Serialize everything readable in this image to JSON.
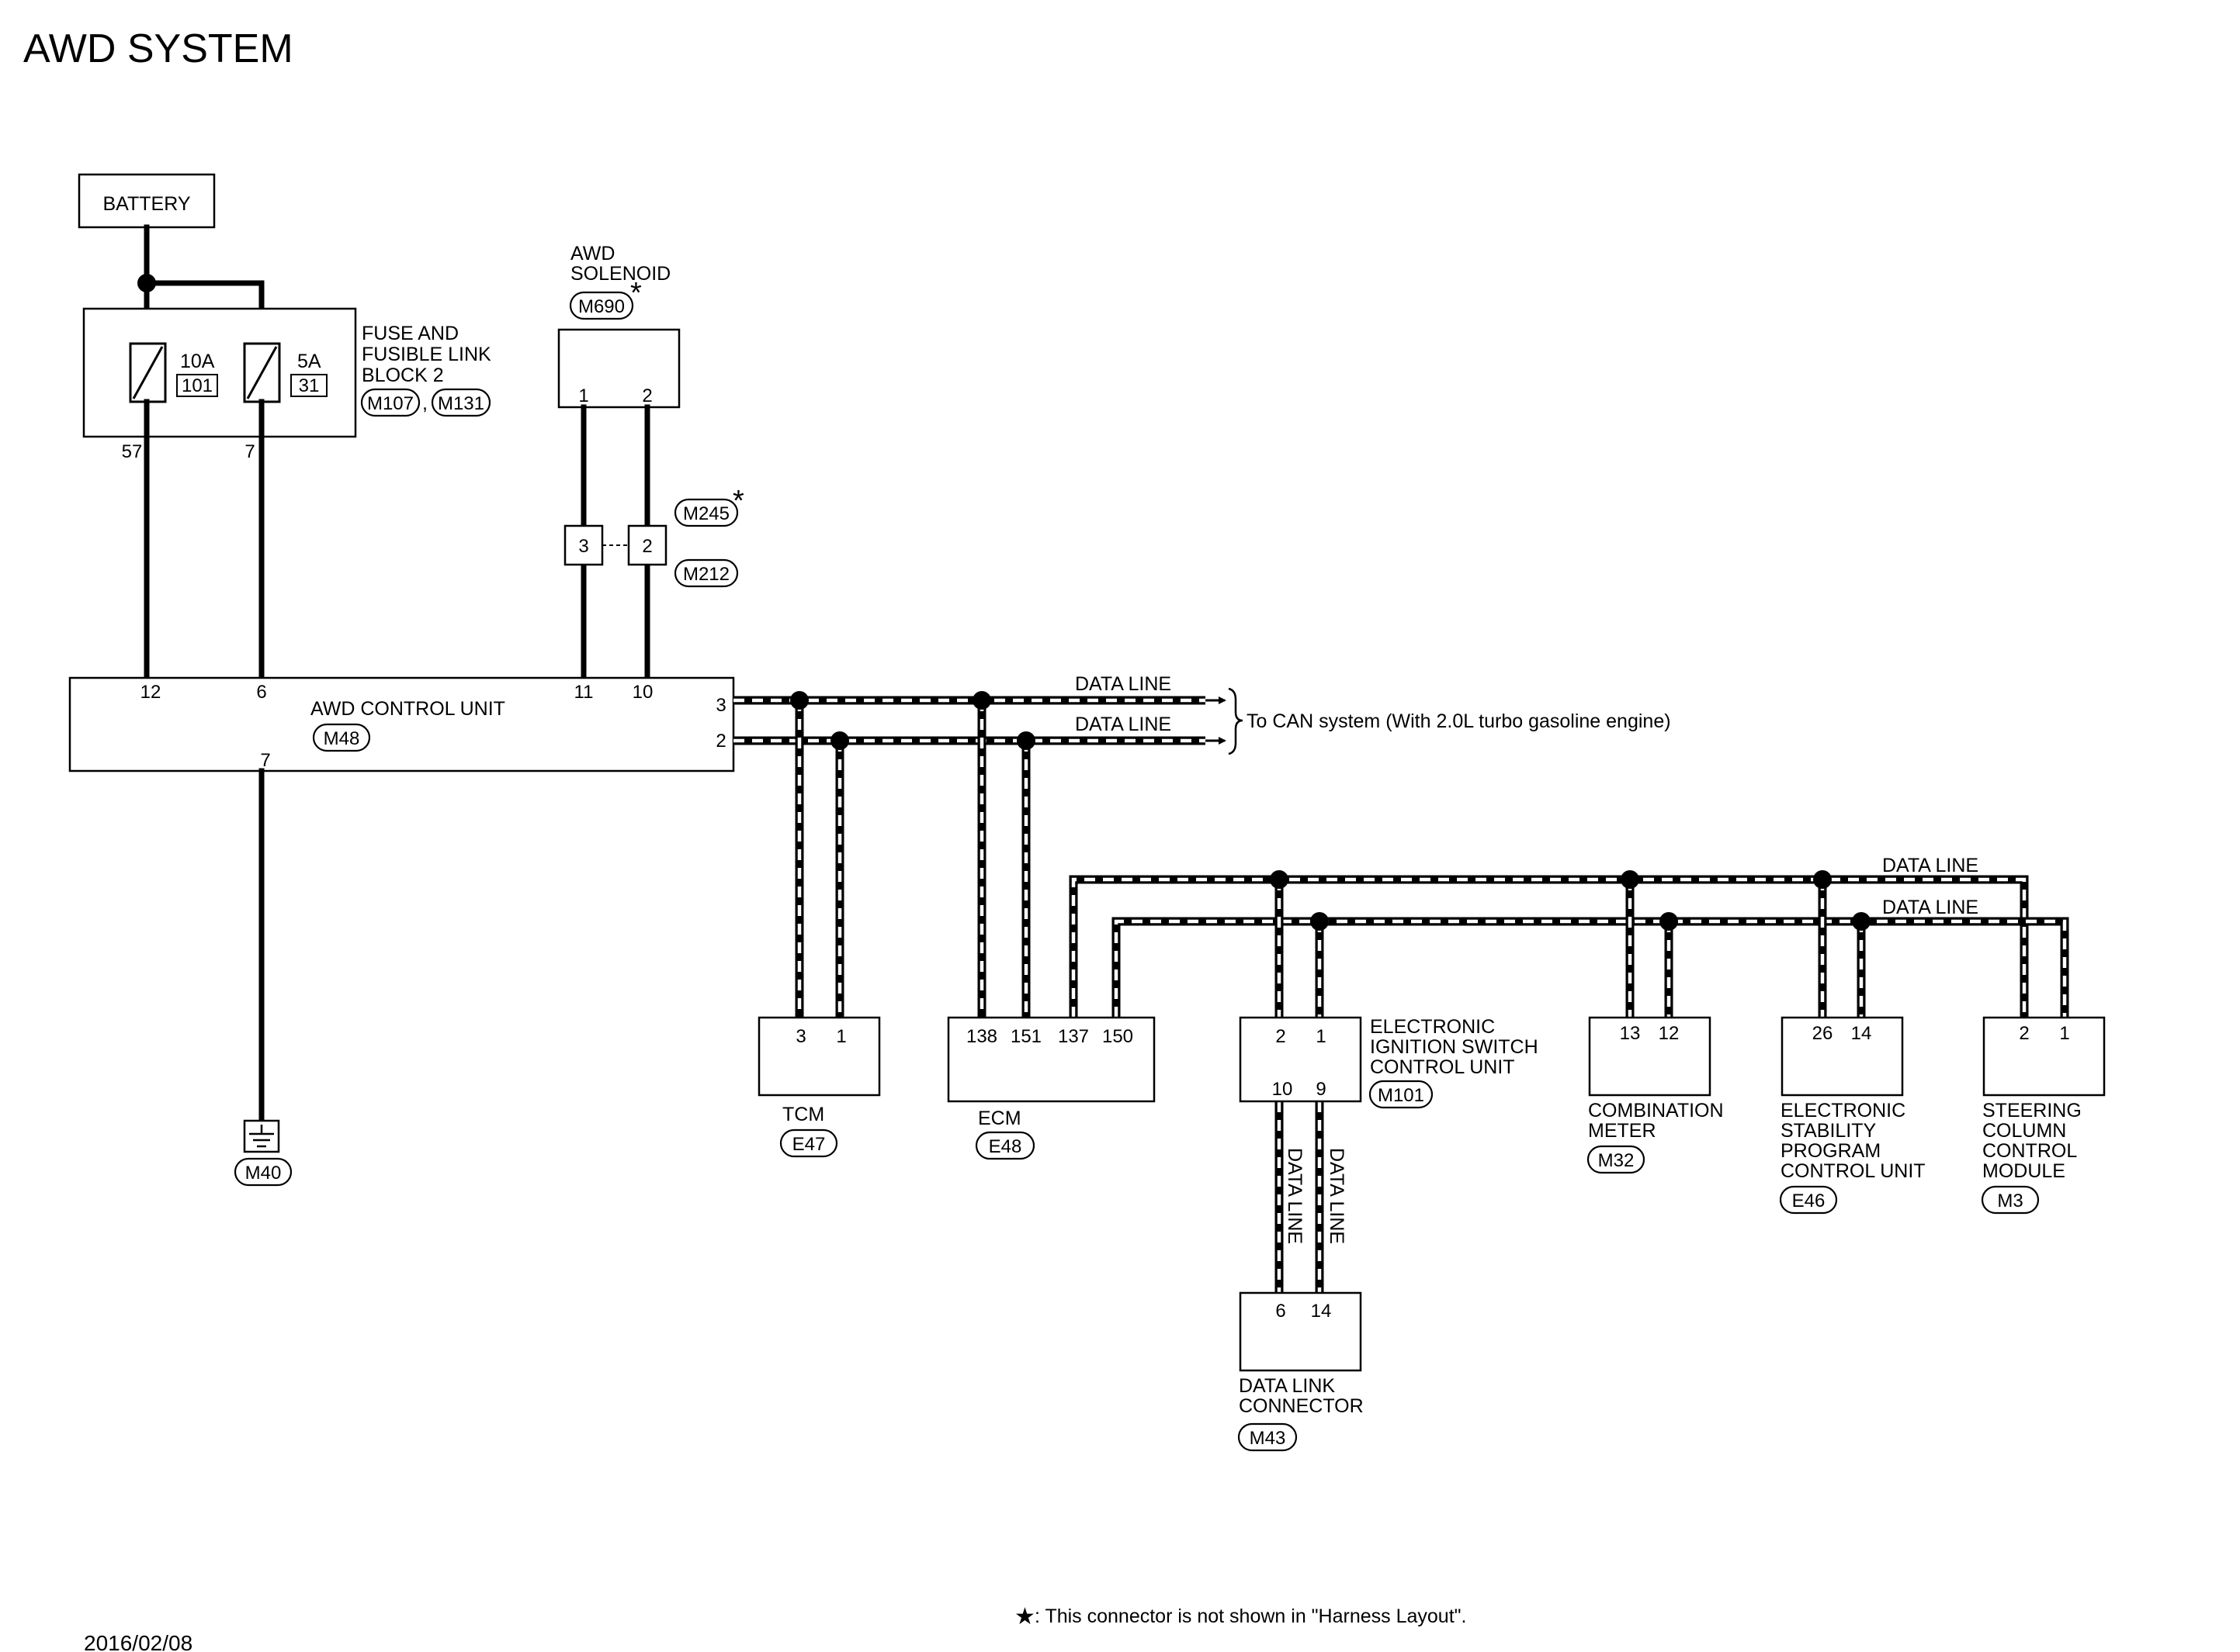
{
  "title": "AWD SYSTEM",
  "battery": "BATTERY",
  "fuse_block": {
    "label": [
      "FUSE AND",
      "FUSIBLE LINK",
      "BLOCK 2"
    ],
    "fuses": [
      {
        "amp": "10A",
        "num": "101"
      },
      {
        "amp": "5A",
        "num": "31"
      }
    ],
    "connectors": [
      "M107",
      "M131"
    ],
    "connector_sep": ",",
    "pins": [
      "57",
      "7"
    ]
  },
  "solenoid": {
    "label": [
      "AWD",
      "SOLENOID"
    ],
    "connector": "M690",
    "pins": [
      "1",
      "2"
    ]
  },
  "joint_connector": {
    "pins": [
      "3",
      "2"
    ],
    "connectors": [
      "M245",
      "M212"
    ]
  },
  "star": "*",
  "awd_unit": {
    "label": "AWD CONTROL UNIT",
    "connector": "M48",
    "top_pins": [
      "12",
      "6",
      "11",
      "10"
    ],
    "side_pins": [
      "3",
      "2"
    ],
    "bottom_pin": "7"
  },
  "ground_connector": "M40",
  "data_line": "DATA LINE",
  "can_note": "To CAN system (With 2.0L turbo gasoline engine)",
  "modules": {
    "tcm": {
      "pins": [
        "3",
        "1"
      ],
      "label": [
        "TCM"
      ],
      "connector": "E47"
    },
    "ecm": {
      "pins": [
        "138",
        "151",
        "137",
        "150"
      ],
      "label": [
        "ECM"
      ],
      "connector": "E48"
    },
    "eiscu": {
      "pins": [
        "2",
        "1"
      ],
      "bottom_pins": [
        "10",
        "9"
      ],
      "label": [
        "ELECTRONIC",
        "IGNITION SWITCH",
        "CONTROL UNIT"
      ],
      "connector": "M101"
    },
    "meter": {
      "pins": [
        "13",
        "12"
      ],
      "label": [
        "COMBINATION",
        "METER"
      ],
      "connector": "M32"
    },
    "esp": {
      "pins": [
        "26",
        "14"
      ],
      "label": [
        "ELECTRONIC",
        "STABILITY",
        "PROGRAM",
        "CONTROL UNIT"
      ],
      "connector": "E46"
    },
    "steer": {
      "pins": [
        "2",
        "1"
      ],
      "label": [
        "STEERING",
        "COLUMN",
        "CONTROL",
        "MODULE"
      ],
      "connector": "M3"
    },
    "dlc": {
      "pins": [
        "6",
        "14"
      ],
      "label": [
        "DATA LINK",
        "CONNECTOR"
      ],
      "connector": "M43"
    }
  },
  "footnote": ": This connector is not shown in \"Harness Layout\".",
  "footnote_star": "★",
  "date": "2016/02/08"
}
